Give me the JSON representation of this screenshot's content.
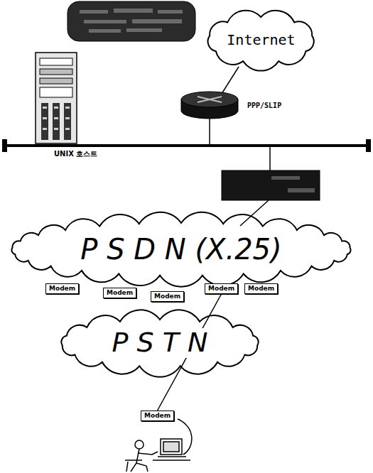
{
  "diagram": {
    "nodes": [
      {
        "text": [
          "Internet"
        ]
      },
      {
        "text": [
          "P S D N (X.25)"
        ]
      },
      {
        "text": [
          "Modem"
        ]
      },
      {
        "text": [
          "Modem"
        ]
      },
      {
        "text": [
          "Modem"
        ]
      },
      {
        "text": [
          "Modem"
        ]
      },
      {
        "text": [
          "Modem"
        ]
      },
      {
        "text": [
          "P S T N"
        ]
      },
      {
        "text": [
          "Modem"
        ]
      }
    ],
    "edges": [
      {
        "from": 5,
        "to": 8,
        "arrow": "none"
      }
    ],
    "labels": [
      "PPP/SLIP",
      "UNIX 호스트"
    ]
  }
}
